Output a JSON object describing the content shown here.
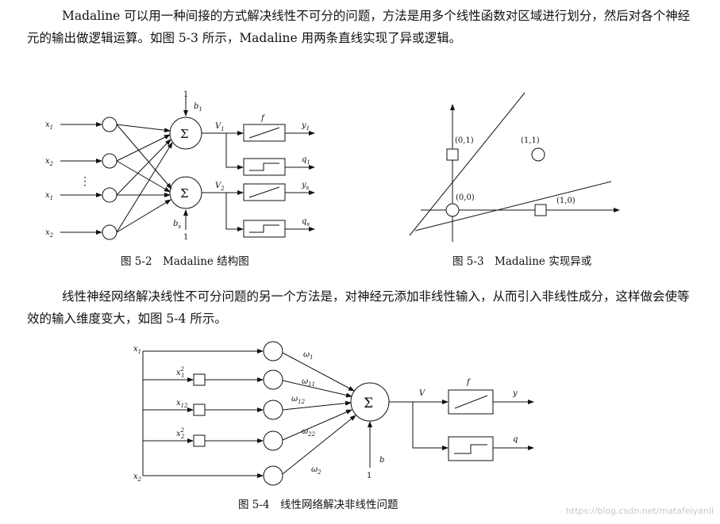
{
  "paragraph1": "Madaline 可以用一种间接的方式解决线性不可分的问题，方法是用多个线性函数对区域进行划分，然后对各个神经元的输出做逻辑运算。如图 5-3 所示，Madaline 用两条直线实现了异或逻辑。",
  "paragraph2": "线性神经网络解决线性不可分问题的另一个方法是，对神经元添加非线性输入，从而引入非线性成分，这样做会使等效的输入维度变大，如图 5-4 所示。",
  "fig2": {
    "caption": "图 5-2　Madaline 结构图",
    "inputs": [
      "x",
      "x",
      "x",
      "x"
    ],
    "input_subs": [
      "1",
      "2",
      "1",
      "2"
    ],
    "vdots": "⋮",
    "sigma": "Σ",
    "b_top": "b",
    "b_top_sub": "1",
    "b_bot": "b",
    "b_bot_sub": "s",
    "one": "1",
    "v1": "V",
    "v1_sub": "1",
    "v2": "V",
    "v2_sub": "2",
    "f": "f",
    "y1": "y",
    "y1_sub": "1",
    "q1": "q",
    "q1_sub": "1",
    "ys": "y",
    "ys_sub": "s",
    "qs": "q",
    "qs_sub": "s"
  },
  "fig3": {
    "caption": "图 5-3　Madaline 实现异或",
    "p01": "(0,1)",
    "p11": "(1,1)",
    "p00": "(0,0)",
    "p10": "(1,0)"
  },
  "fig4": {
    "caption": "图 5-4　线性网络解决非线性问题",
    "x1": "x",
    "x1_sub": "1",
    "x2": "x",
    "x2_sub": "2",
    "x1sq": "x",
    "x1sq_sub": "1",
    "x1sq_sup": "2",
    "x12": "x",
    "x12_sub": "12",
    "x2sq": "x",
    "x2sq_sub": "2",
    "x2sq_sup": "2",
    "w1": "ω",
    "w1_sub": "1",
    "w11": "ω",
    "w11_sub": "11",
    "w12": "ω",
    "w12_sub": "12",
    "w22": "ω",
    "w22_sub": "22",
    "w2": "ω",
    "w2_sub": "2",
    "sigma": "Σ",
    "b": "b",
    "one": "1",
    "v": "V",
    "f": "f",
    "y": "y",
    "q": "q"
  },
  "watermark": "https://blog.csdn.net/matafeiyanll"
}
